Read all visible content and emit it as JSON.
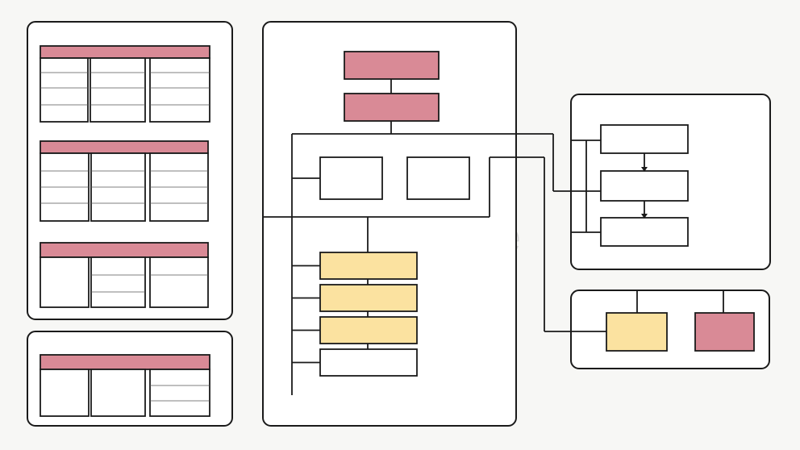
{
  "colors": {
    "background": "#f7f7f5",
    "stroke": "#1a1a1a",
    "box_fill": "#ffffff",
    "header_pink": "#d98a96",
    "highlight_yellow": "#fbe2a0",
    "accent_pink": "#d98a96",
    "watermark": "#d6d6d6"
  },
  "watermark": {
    "text": "dreamstime"
  },
  "panels": {
    "tables": {
      "count": 3,
      "columns_each": 3
    },
    "single_table": {
      "columns": 3
    },
    "hierarchy": {
      "top_boxes": 2,
      "mid_boxes": 2,
      "list_items": [
        {
          "color": "yellow"
        },
        {
          "color": "yellow"
        },
        {
          "color": "yellow"
        },
        {
          "color": "white"
        }
      ]
    },
    "flow": {
      "steps": 3
    },
    "legend": {
      "swatches": [
        "yellow",
        "pink"
      ]
    }
  }
}
